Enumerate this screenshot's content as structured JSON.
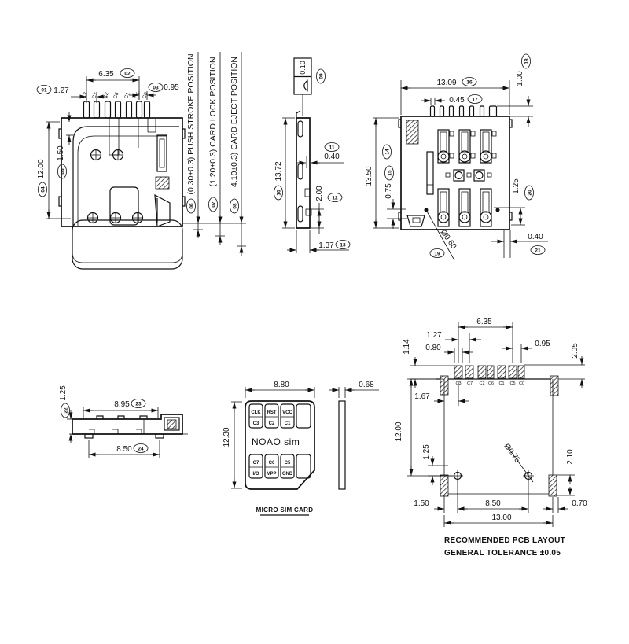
{
  "sheet": {
    "background": "#ffffff",
    "line_color": "#111111"
  },
  "views": {
    "front": {
      "pins": [
        "C3",
        "C7",
        "C2",
        "C6",
        "C1",
        "C5",
        "C0"
      ],
      "dims": {
        "pitch": {
          "id": "01",
          "value": "1.27"
        },
        "contact_span": {
          "id": "02",
          "value": "6.35"
        },
        "end_pitch": {
          "id": "03",
          "value": "0.95"
        },
        "body_height": {
          "id": "04",
          "value": "12.00"
        },
        "top_offset": {
          "id": "05",
          "value": "1.50"
        }
      },
      "positions": [
        {
          "id": "06",
          "label": "(0.30±0.3) PUSH STROKE POSITION"
        },
        {
          "id": "07",
          "label": "(1.20±0.3) CARD LOCK POSITION"
        },
        {
          "id": "08",
          "label": "4.10±0.3) CARD EJECT POSITION"
        }
      ]
    },
    "side": {
      "flatness": {
        "id": "09",
        "value": "0.10"
      },
      "dims": {
        "body_height": {
          "id": "10",
          "value": "13.72"
        },
        "contact_gap": {
          "id": "11",
          "value": "0.40"
        },
        "foot_height": {
          "id": "12",
          "value": "2.00"
        },
        "thickness": {
          "id": "13",
          "value": "1.37"
        }
      }
    },
    "top": {
      "dims": {
        "body_depth": {
          "id": "14",
          "value": "13.50"
        },
        "slot_offset": {
          "id": "15",
          "value": "0.75"
        },
        "body_width": {
          "id": "16",
          "value": "13.09"
        },
        "pin_width": {
          "id": "17",
          "value": "0.45"
        },
        "pin_length": {
          "id": "18",
          "value": "1.00"
        },
        "hole_dia": {
          "id": "19",
          "value": "Ø0.60"
        },
        "hole_offset": {
          "id": "20",
          "value": "1.25"
        },
        "leg_width": {
          "id": "21",
          "value": "0.40"
        }
      }
    },
    "profile": {
      "dims": {
        "height": {
          "id": "22",
          "value": "1.25"
        },
        "top_span": {
          "id": "23",
          "value": "8.95"
        },
        "foot_span": {
          "id": "24",
          "value": "8.50"
        }
      }
    },
    "sim_card": {
      "width": "8.80",
      "height": "12.30",
      "thickness": "0.68",
      "brand": "NOAO sim",
      "caption": "MICRO SIM CARD",
      "pads": [
        {
          "line1": "CLK",
          "line2": "C3"
        },
        {
          "line1": "RST",
          "line2": "C2"
        },
        {
          "line1": "VCC",
          "line2": "C1"
        },
        {
          "line1": "C7",
          "line2": "I/O"
        },
        {
          "line1": "C6",
          "line2": "VPP"
        },
        {
          "line1": "C5",
          "line2": "GND"
        }
      ]
    },
    "pcb": {
      "pad_labels": [
        "C3",
        "C7",
        "C2",
        "C6",
        "C1",
        "C5",
        "C0"
      ],
      "dims": {
        "contact_span": "6.35",
        "pitch": "1.27",
        "pad_width": "0.80",
        "pad_inset": "1.14",
        "end_pitch": "0.95",
        "pad_height": "2.05",
        "edge_to_contact": "1.67",
        "pattern_height": "12.00",
        "hole_offset": "1.25",
        "hole_dia": "Ø0.75",
        "side_pad_height": "2.10",
        "left_margin": "1.50",
        "hole_span": "8.50",
        "right_margin": "0.70",
        "pattern_width": "13.00"
      },
      "notes": [
        "RECOMMENDED PCB LAYOUT",
        "GENERAL TOLERANCE ±0.05"
      ]
    }
  }
}
